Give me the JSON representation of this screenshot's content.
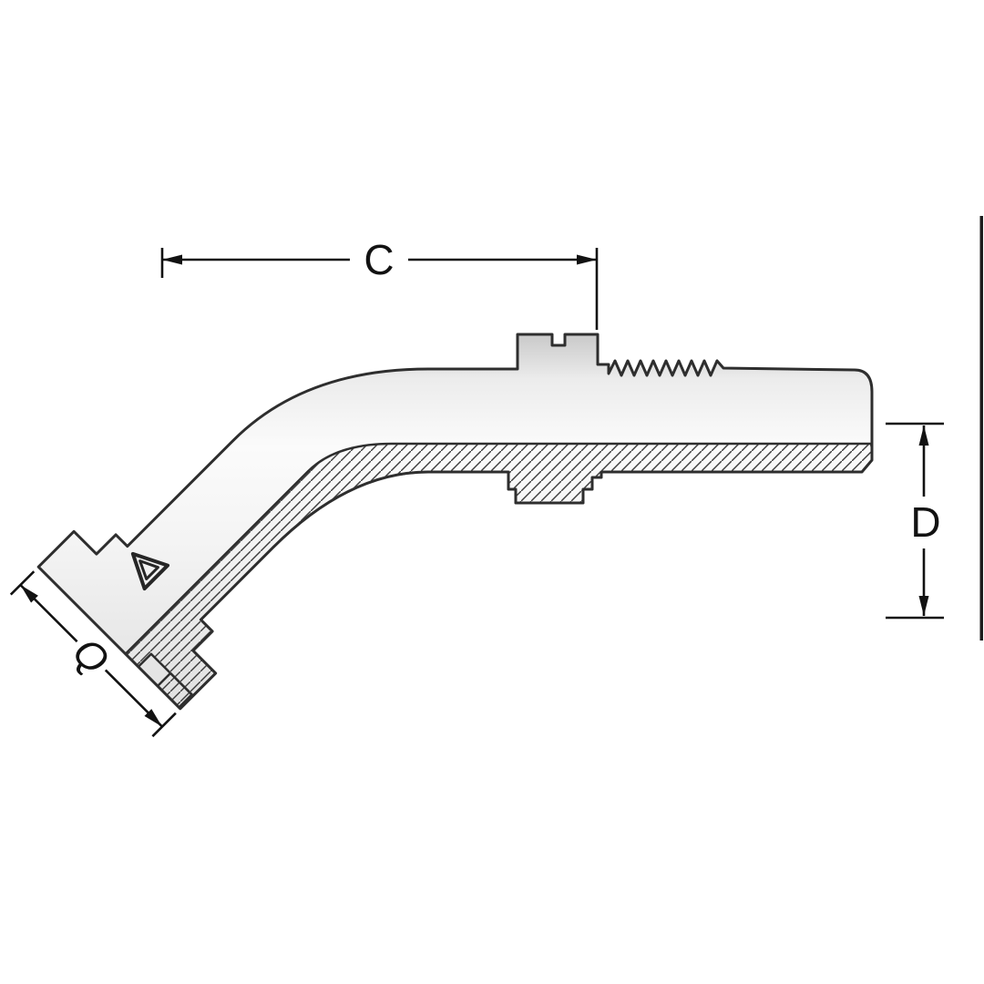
{
  "figure": {
    "background": "#ffffff",
    "labels": {
      "c": "C",
      "d": "D",
      "q": "Q"
    },
    "colors": {
      "outline": "#2e2e2e",
      "dimension": "#121212",
      "body_highlight": "#fdfdfd",
      "body_shadow": "#d2d2d2",
      "hatch_line": "#3c3c3c",
      "edge_bar": "#1c1c1c"
    },
    "icons": {
      "flange_logo": "triangle-brand-icon"
    }
  }
}
